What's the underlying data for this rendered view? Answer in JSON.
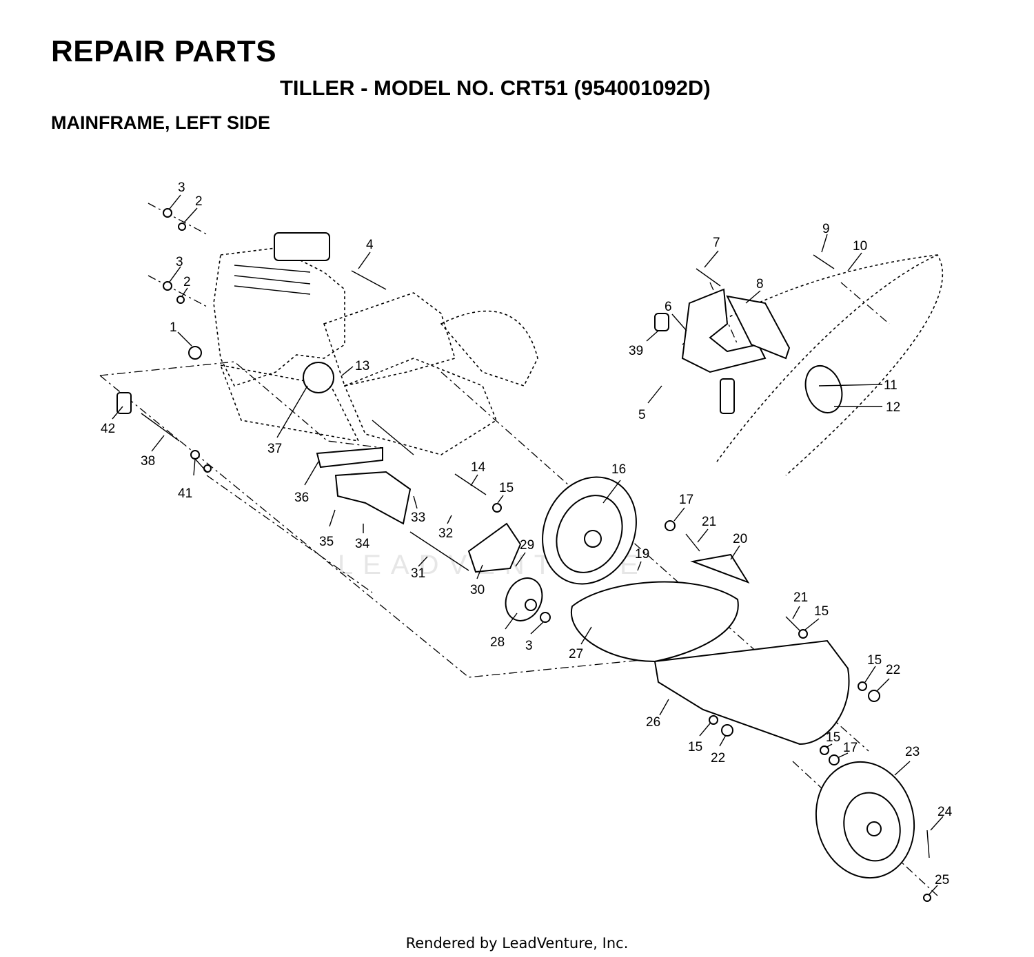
{
  "header": {
    "title": "REPAIR PARTS",
    "subtitle": "TILLER - MODEL NO. CRT51 (954001092D)",
    "section": "MAINFRAME, LEFT SIDE"
  },
  "watermark": "LEADVENTURE",
  "callouts": [
    {
      "id": "c3a",
      "label": "3"
    },
    {
      "id": "c2a",
      "label": "2"
    },
    {
      "id": "c3b",
      "label": "3"
    },
    {
      "id": "c2b",
      "label": "2"
    },
    {
      "id": "c1",
      "label": "1"
    },
    {
      "id": "c4",
      "label": "4"
    },
    {
      "id": "c13",
      "label": "13"
    },
    {
      "id": "c42",
      "label": "42"
    },
    {
      "id": "c37",
      "label": "37"
    },
    {
      "id": "c38",
      "label": "38"
    },
    {
      "id": "c41",
      "label": "41"
    },
    {
      "id": "c36",
      "label": "36"
    },
    {
      "id": "c14",
      "label": "14"
    },
    {
      "id": "c15a",
      "label": "15"
    },
    {
      "id": "c33",
      "label": "33"
    },
    {
      "id": "c35",
      "label": "35"
    },
    {
      "id": "c34",
      "label": "34"
    },
    {
      "id": "c32",
      "label": "32"
    },
    {
      "id": "c29",
      "label": "29"
    },
    {
      "id": "c31",
      "label": "31"
    },
    {
      "id": "c30",
      "label": "30"
    },
    {
      "id": "c16",
      "label": "16"
    },
    {
      "id": "c19",
      "label": "19"
    },
    {
      "id": "c28",
      "label": "28"
    },
    {
      "id": "c3c",
      "label": "3"
    },
    {
      "id": "c27",
      "label": "27"
    },
    {
      "id": "c7",
      "label": "7"
    },
    {
      "id": "c9",
      "label": "9"
    },
    {
      "id": "c10",
      "label": "10"
    },
    {
      "id": "c8",
      "label": "8"
    },
    {
      "id": "c6",
      "label": "6"
    },
    {
      "id": "c39",
      "label": "39"
    },
    {
      "id": "c5",
      "label": "5"
    },
    {
      "id": "c11",
      "label": "11"
    },
    {
      "id": "c12",
      "label": "12"
    },
    {
      "id": "c17a",
      "label": "17"
    },
    {
      "id": "c21a",
      "label": "21"
    },
    {
      "id": "c20",
      "label": "20"
    },
    {
      "id": "c21b",
      "label": "21"
    },
    {
      "id": "c15b",
      "label": "15"
    },
    {
      "id": "c15c",
      "label": "15"
    },
    {
      "id": "c22a",
      "label": "22"
    },
    {
      "id": "c26",
      "label": "26"
    },
    {
      "id": "c15d",
      "label": "15"
    },
    {
      "id": "c22b",
      "label": "22"
    },
    {
      "id": "c15e",
      "label": "15"
    },
    {
      "id": "c17b",
      "label": "17"
    },
    {
      "id": "c23",
      "label": "23"
    },
    {
      "id": "c24",
      "label": "24"
    },
    {
      "id": "c25",
      "label": "25"
    }
  ],
  "footer": "Rendered by LeadVenture, Inc."
}
